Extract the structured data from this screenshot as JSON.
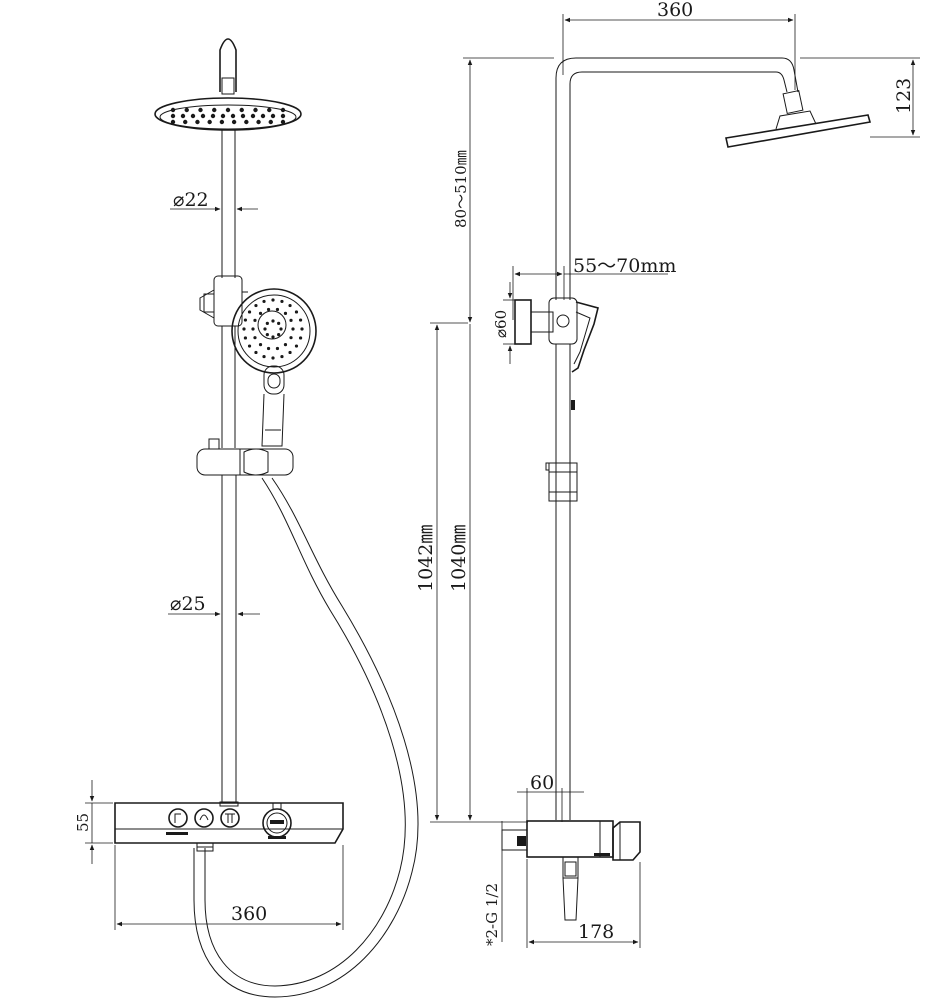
{
  "front_view": {
    "pipe_diameter_top": "⌀22",
    "pipe_diameter_bottom": "⌀25",
    "panel_height": "55",
    "panel_width": "360"
  },
  "side_view": {
    "arm_reach": "360",
    "head_height": "123",
    "head_adjust_range": "80～510㎜",
    "bracket_offset": "55～70mm",
    "bracket_diameter": "⌀60",
    "height_1042": "1042㎜",
    "height_1040": "1040㎜",
    "inlet_offset": "60",
    "inlet_thread": "*2-G 1/2",
    "panel_depth": "178"
  },
  "colors": {
    "line": "#1a1a1a",
    "background": "#ffffff"
  }
}
